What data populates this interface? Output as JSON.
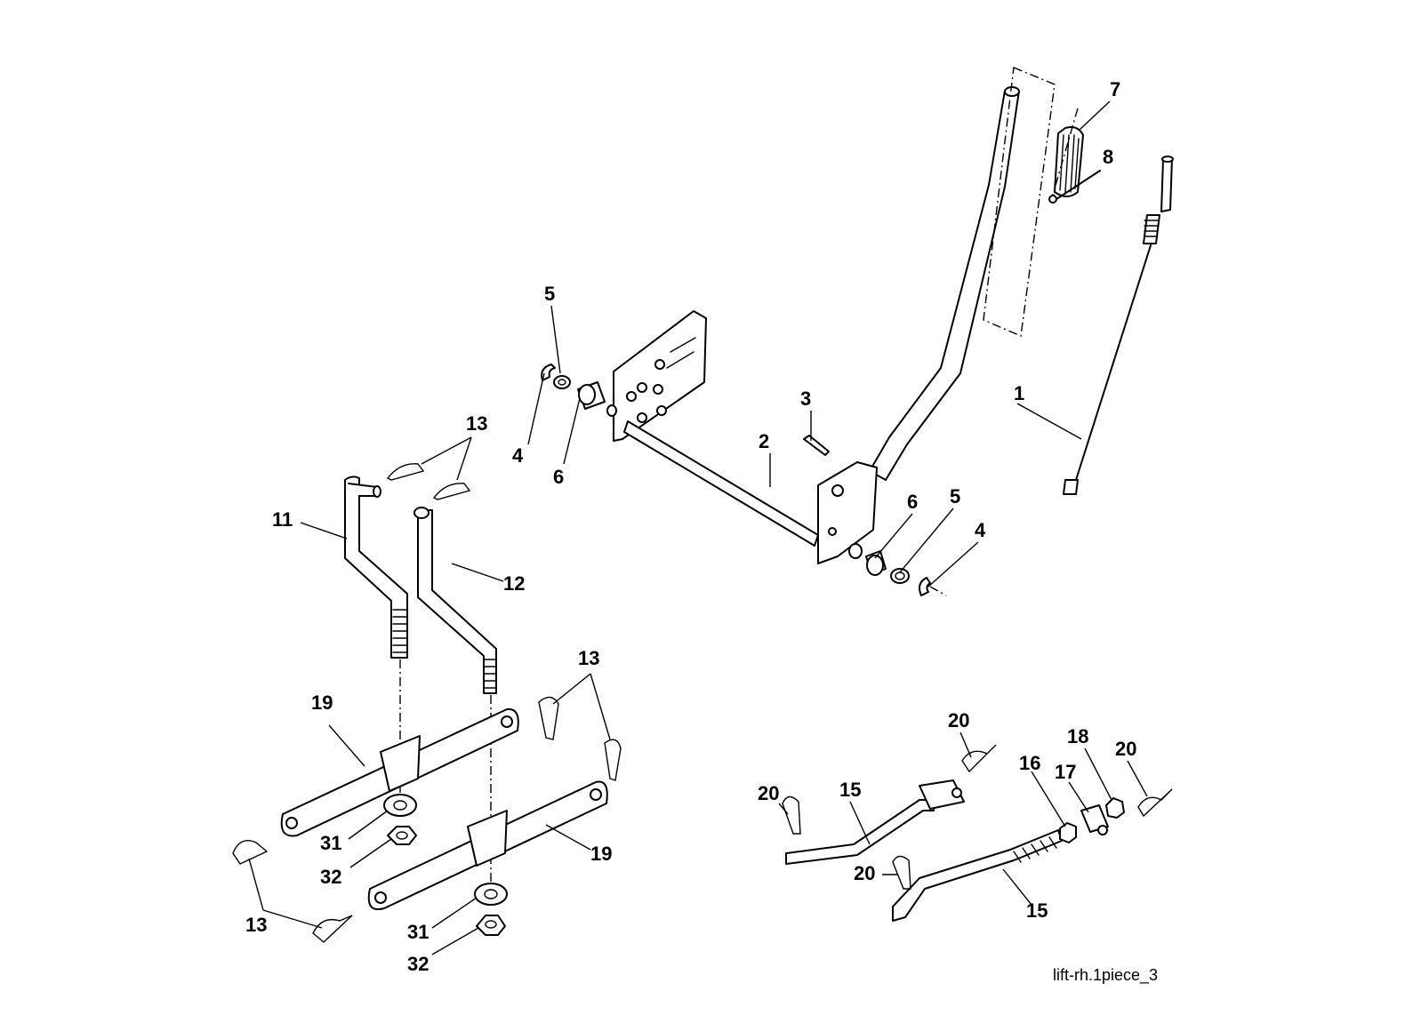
{
  "diagram": {
    "caption": "lift-rh.1piece_3",
    "callouts": [
      {
        "id": "c1",
        "text": "1"
      },
      {
        "id": "c2",
        "text": "2"
      },
      {
        "id": "c3",
        "text": "3"
      },
      {
        "id": "c4a",
        "text": "4"
      },
      {
        "id": "c4b",
        "text": "4"
      },
      {
        "id": "c5a",
        "text": "5"
      },
      {
        "id": "c5b",
        "text": "5"
      },
      {
        "id": "c6a",
        "text": "6"
      },
      {
        "id": "c6b",
        "text": "6"
      },
      {
        "id": "c7",
        "text": "7"
      },
      {
        "id": "c8",
        "text": "8"
      },
      {
        "id": "c11",
        "text": "11"
      },
      {
        "id": "c12",
        "text": "12"
      },
      {
        "id": "c13a",
        "text": "13"
      },
      {
        "id": "c13b",
        "text": "13"
      },
      {
        "id": "c13c",
        "text": "13"
      },
      {
        "id": "c15a",
        "text": "15"
      },
      {
        "id": "c15b",
        "text": "15"
      },
      {
        "id": "c16",
        "text": "16"
      },
      {
        "id": "c17",
        "text": "17"
      },
      {
        "id": "c18",
        "text": "18"
      },
      {
        "id": "c19a",
        "text": "19"
      },
      {
        "id": "c19b",
        "text": "19"
      },
      {
        "id": "c20a",
        "text": "20"
      },
      {
        "id": "c20b",
        "text": "20"
      },
      {
        "id": "c20c",
        "text": "20"
      },
      {
        "id": "c20d",
        "text": "20"
      },
      {
        "id": "c31a",
        "text": "31"
      },
      {
        "id": "c31b",
        "text": "31"
      },
      {
        "id": "c32a",
        "text": "32"
      },
      {
        "id": "c32b",
        "text": "32"
      }
    ]
  }
}
